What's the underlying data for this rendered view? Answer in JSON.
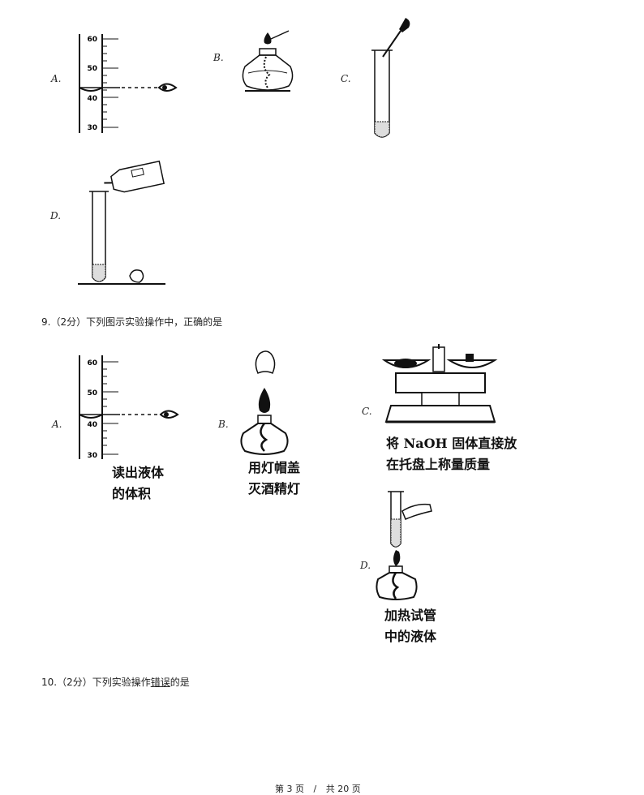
{
  "q8": {
    "options": {
      "a": "A.",
      "b": "B.",
      "c": "C.",
      "d": "D."
    },
    "cylinder_ticks": [
      "60",
      "50",
      "40",
      "30"
    ]
  },
  "q9": {
    "number": "9.",
    "score": "（2分）",
    "text": "下列图示实验操作中，正确的是",
    "options": {
      "a": "A.",
      "b": "B.",
      "c": "C.",
      "d": "D."
    },
    "cylinder_ticks": [
      "60",
      "50",
      "40",
      "30"
    ],
    "captions": {
      "a": [
        "读出液体",
        "的体积"
      ],
      "b": [
        "用灯帽盖",
        "灭酒精灯"
      ],
      "c": [
        "将 NaOH 固体直接放",
        "在托盘上称量质量"
      ],
      "d": [
        "加热试管",
        "中的液体"
      ]
    }
  },
  "q10": {
    "number": "10.",
    "score": "（2分）",
    "text_before": "下列实验操作",
    "text_underlined": "错误",
    "text_after": "的是"
  },
  "footer": {
    "page_label": "第 3 页",
    "separator": "/",
    "total_label": "共 20 页"
  }
}
